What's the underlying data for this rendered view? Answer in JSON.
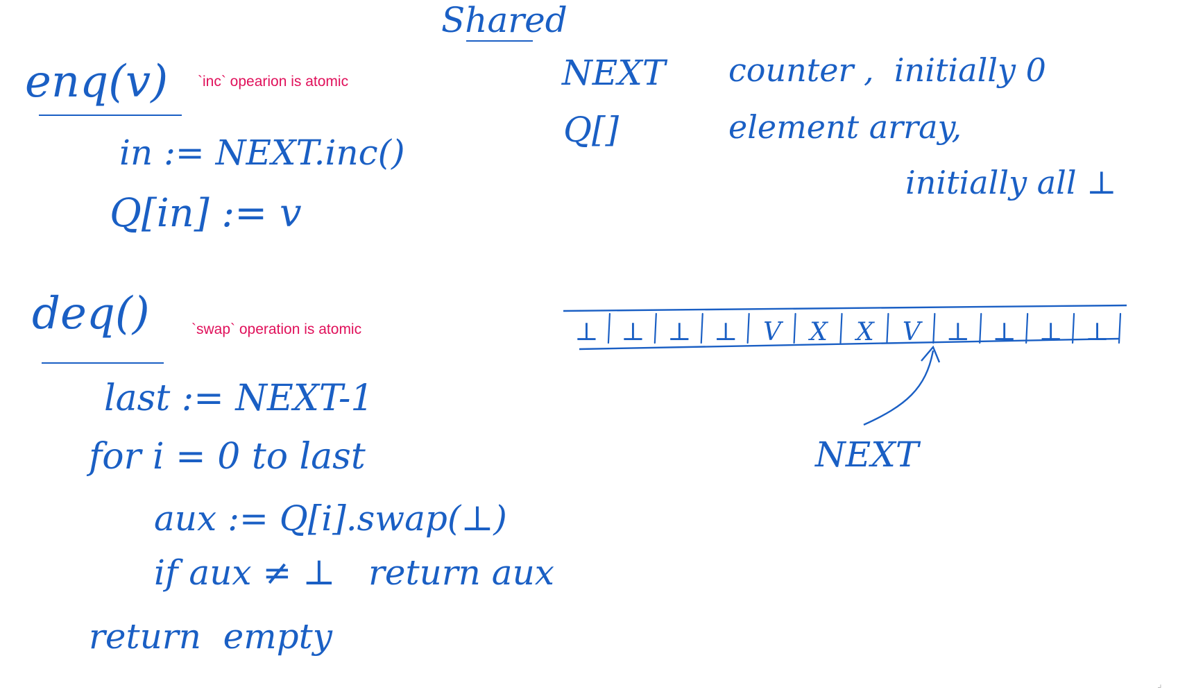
{
  "whiteboard": {
    "heading": "Shared",
    "enq": {
      "signature": "enq(v)",
      "note": "`inc` opearion is atomic",
      "lines": [
        "in := NEXT.inc()",
        "Q[in] := v"
      ]
    },
    "deq": {
      "signature": "deq()",
      "note": "`swap` operation is atomic",
      "lines": [
        "last := NEXT-1",
        "for i = 0 to last",
        "aux := Q[i].swap(⊥)",
        "if aux ≠ ⊥   return aux",
        "return  empty"
      ]
    },
    "shared_vars": {
      "next_name": "NEXT",
      "next_desc": "counter ,  initially 0",
      "q_name": "Q[]",
      "q_desc": "element array,",
      "q_desc_cont": "initially all ⊥"
    },
    "array_diagram": {
      "cells": [
        "⊥",
        "⊥",
        "⊥",
        "⊥",
        "V",
        "X",
        "X",
        "V",
        "⊥",
        "⊥",
        "⊥",
        "⊥"
      ],
      "pointer_label": "NEXT"
    },
    "colors": {
      "ink": "#1a5fc4",
      "note": "#e0105a",
      "background": "#ffffff"
    }
  }
}
